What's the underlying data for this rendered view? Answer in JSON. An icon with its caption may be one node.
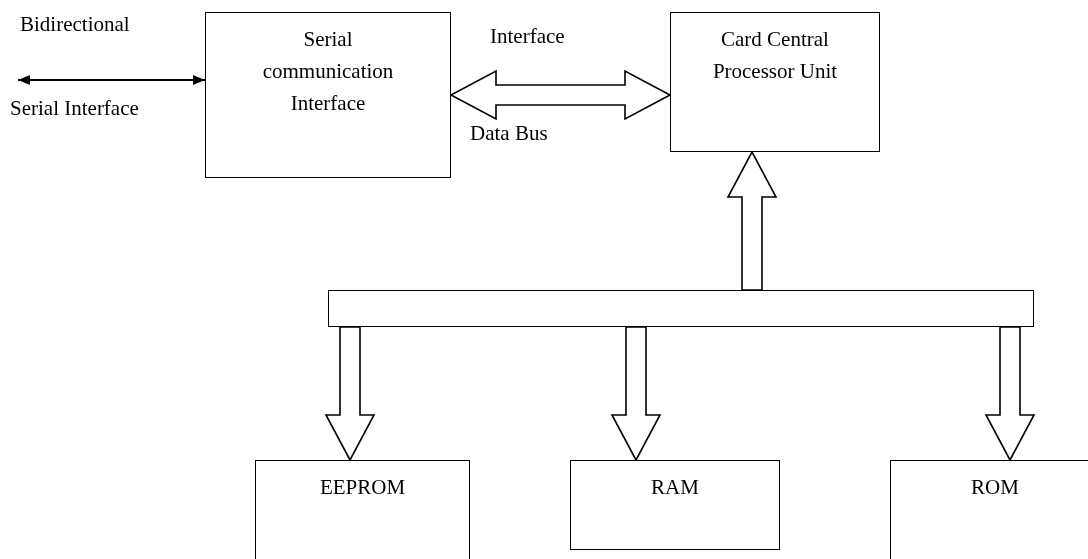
{
  "diagram": {
    "nodes": [
      {
        "text": [
          "Serial communication Interface"
        ]
      },
      {
        "text": [
          "Card Central Processor Unit"
        ]
      },
      {
        "text": [],
        "shape": "bar"
      },
      {
        "text": [
          "EEPROM"
        ]
      },
      {
        "text": [
          "RAM"
        ]
      },
      {
        "text": [
          "ROM"
        ]
      }
    ],
    "edges": [
      {
        "from": null,
        "to": 0,
        "arrow": "both"
      },
      {
        "from": 0,
        "to": 1,
        "arrow": "both",
        "style": "thick"
      },
      {
        "from": 2,
        "to": 1,
        "arrow": "to",
        "style": "thick"
      },
      {
        "from": 2,
        "to": 3,
        "arrow": "to",
        "style": "thick"
      },
      {
        "from": 2,
        "to": 4,
        "arrow": "to",
        "style": "thick"
      },
      {
        "from": 2,
        "to": 5,
        "arrow": "to",
        "style": "thick"
      }
    ],
    "labels": [
      "Bidirectional",
      "Interface",
      "Serial Interface",
      "Data Bus"
    ]
  }
}
